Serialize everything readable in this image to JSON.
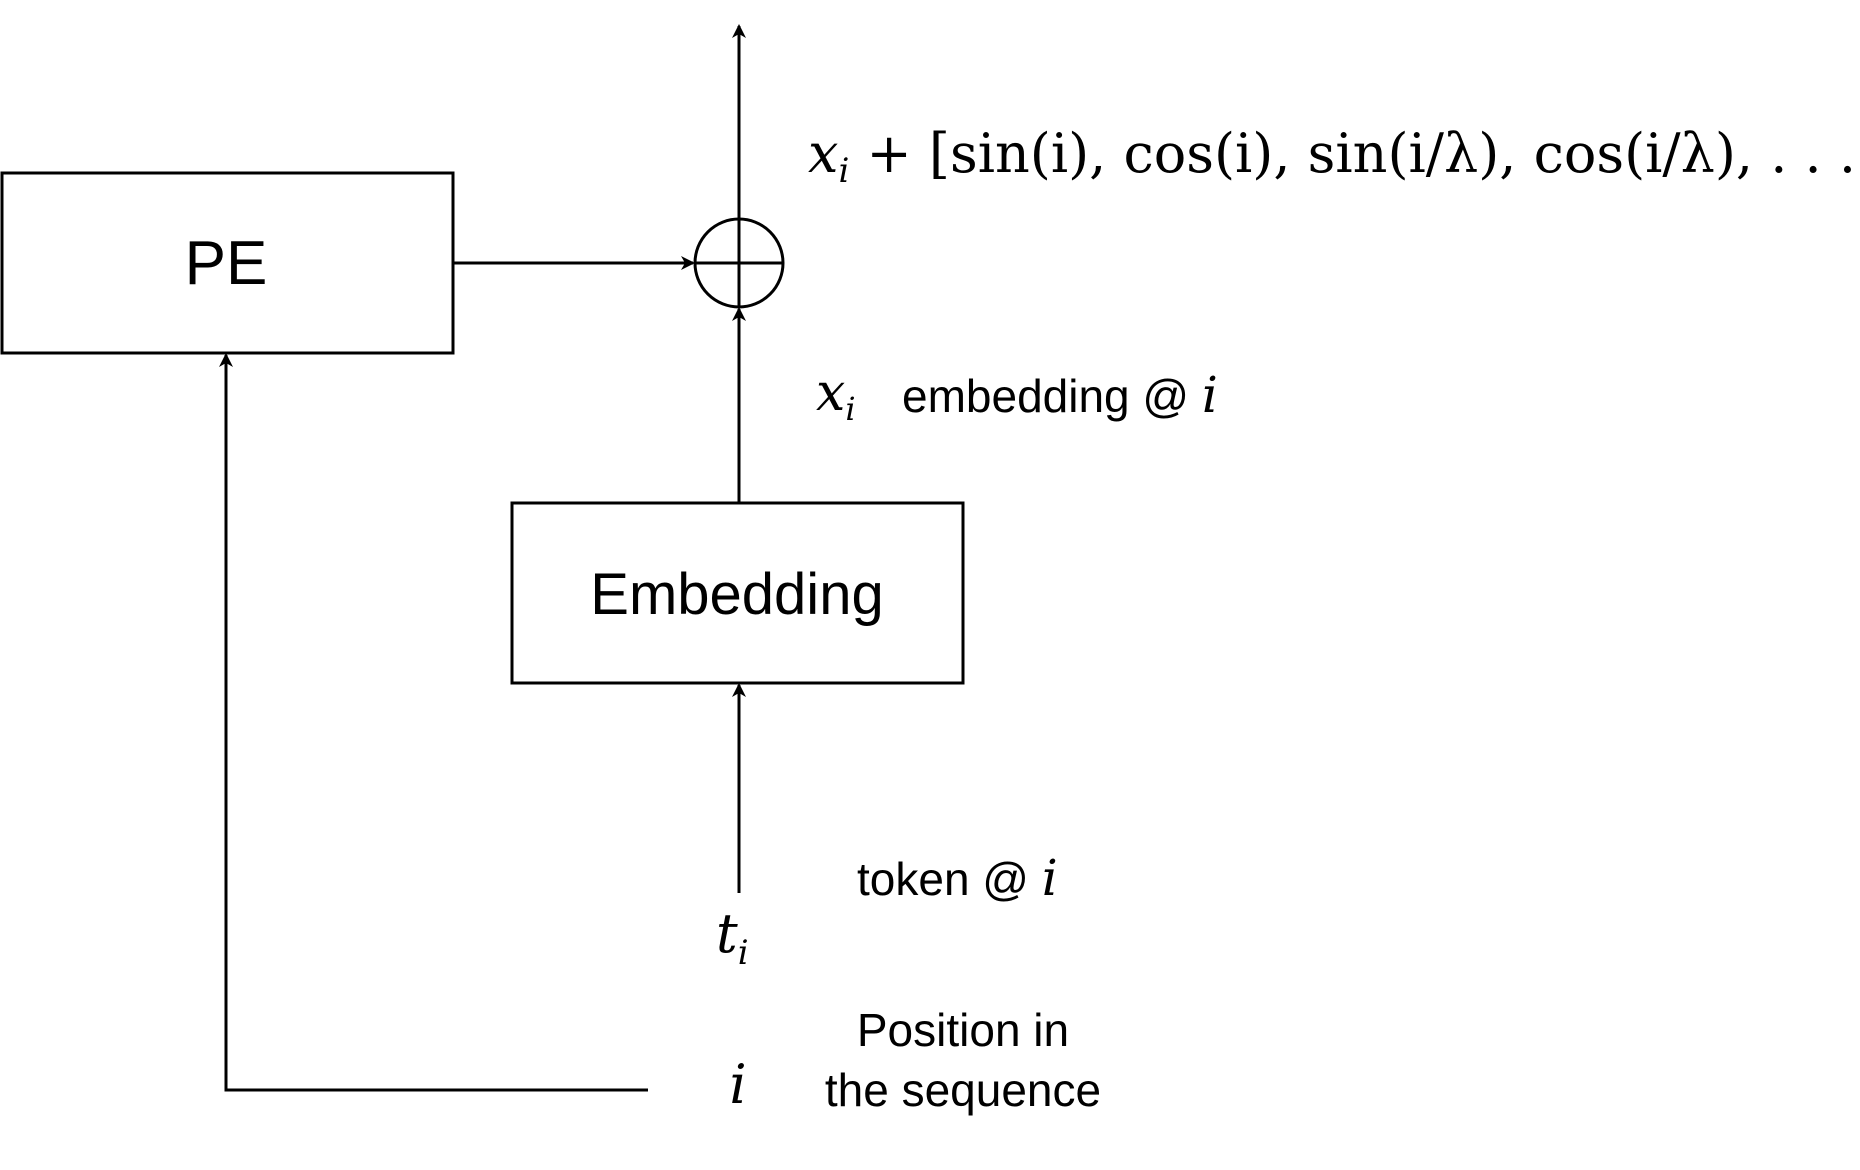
{
  "nodes": {
    "pe": {
      "label": "PE"
    },
    "embedding": {
      "label": "Embedding"
    },
    "sum": {
      "symbol": "⊕"
    }
  },
  "labels": {
    "output_formula": {
      "var": "x",
      "sub": "i",
      "rest": " + [sin(i), cos(i), sin(i/λ), cos(i/λ), . . . ]"
    },
    "embedding_var": {
      "var": "x",
      "sub": "i"
    },
    "embedding_desc": {
      "text": "embedding @ ",
      "var": "i"
    },
    "token_desc": {
      "text": "token @ ",
      "var": "i"
    },
    "token_var": {
      "var": "t",
      "sub": "i"
    },
    "position_var": {
      "var": "i"
    },
    "position_desc": {
      "line1": "Position in",
      "line2": "the sequence"
    }
  },
  "colors": {
    "stroke": "#000000",
    "background": "#ffffff"
  }
}
